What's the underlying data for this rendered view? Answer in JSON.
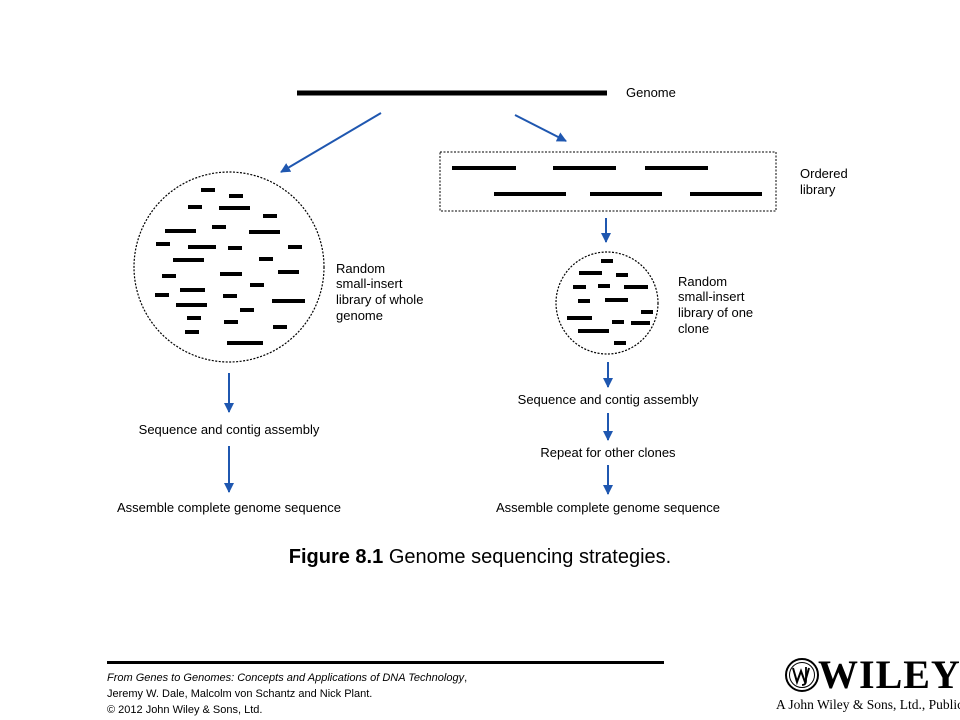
{
  "diagram": {
    "genome_label": "Genome",
    "ordered_library_label": [
      "Ordered",
      "library"
    ],
    "left_circle_label": [
      "Random",
      "small-insert",
      "library of whole",
      "genome"
    ],
    "right_circle_label": [
      "Random",
      "small-insert",
      "library of one",
      "clone"
    ],
    "left_steps": [
      "Sequence and contig assembly",
      "Assemble complete genome sequence"
    ],
    "right_steps": [
      "Sequence and contig assembly",
      "Repeat for other clones",
      "Assemble complete genome sequence"
    ],
    "arrow_color": "#1f57b0"
  },
  "caption": {
    "figure_number": "Figure 8.1",
    "title": "Genome sequencing strategies."
  },
  "credits": {
    "book_title": "From Genes to Genomes: Concepts and Applications of DNA Technology",
    "authors": "Jeremy W. Dale, Malcolm von Schantz and Nick Plant.",
    "copyright": "© 2012 John Wiley & Sons, Ltd."
  },
  "publisher": {
    "wordmark": "WILEY",
    "tagline": "A John Wiley & Sons, Ltd., Publication"
  }
}
